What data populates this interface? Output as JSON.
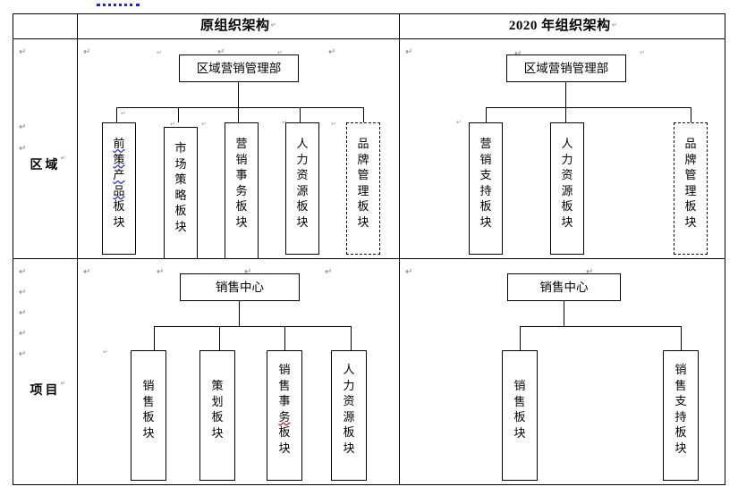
{
  "document": {
    "type": "org-chart-comparison-table",
    "top_marker": "blue-dotted-underline"
  },
  "table": {
    "headers": {
      "corner": "",
      "left_chart": "原组织架构",
      "right_chart": "2020 年组织架构"
    },
    "row_labels": {
      "region": "区域",
      "project": "项目"
    }
  },
  "charts": {
    "region_old": {
      "root": "区域营销管理部",
      "children": [
        {
          "label": "前策产品板块",
          "style": "solid",
          "spellcheck": "blue",
          "spellcheck_chars": "前策产品"
        },
        {
          "label": "市场策略板块",
          "style": "solid",
          "spellcheck": "none"
        },
        {
          "label": "营销事务板块",
          "style": "solid",
          "spellcheck": "none"
        },
        {
          "label": "人力资源板块",
          "style": "solid",
          "spellcheck": "none"
        },
        {
          "label": "品牌管理板块",
          "style": "dashed",
          "spellcheck": "none"
        }
      ]
    },
    "region_new": {
      "root": "区域营销管理部",
      "children": [
        {
          "label": "营销支持板块",
          "style": "solid",
          "spellcheck": "none"
        },
        {
          "label": "人力资源板块",
          "style": "solid",
          "spellcheck": "none"
        },
        {
          "label": "品牌管理板块",
          "style": "dashed",
          "spellcheck": "none"
        }
      ]
    },
    "project_old": {
      "root": "销售中心",
      "children": [
        {
          "label": "销售板块",
          "style": "solid",
          "spellcheck": "none"
        },
        {
          "label": "策划板块",
          "style": "solid",
          "spellcheck": "none"
        },
        {
          "label": "销售事务板块",
          "style": "solid",
          "spellcheck": "red",
          "spellcheck_chars": "务"
        },
        {
          "label": "人力资源板块",
          "style": "solid",
          "spellcheck": "none"
        }
      ]
    },
    "project_new": {
      "root": "销售中心",
      "children": [
        {
          "label": "销售板块",
          "style": "solid",
          "spellcheck": "none"
        },
        {
          "label": "销售支持板块",
          "style": "solid",
          "spellcheck": "none"
        }
      ]
    }
  },
  "marks": {
    "pilcrow": "↵",
    "pilcrow_small": "↵"
  },
  "colors": {
    "border": "#000000",
    "text": "#000000",
    "background": "#ffffff",
    "marker_blue": "#2020dd",
    "spell_blue": "#3333cc",
    "spell_red": "#cc2222",
    "pilcrow_gray": "#808080"
  }
}
